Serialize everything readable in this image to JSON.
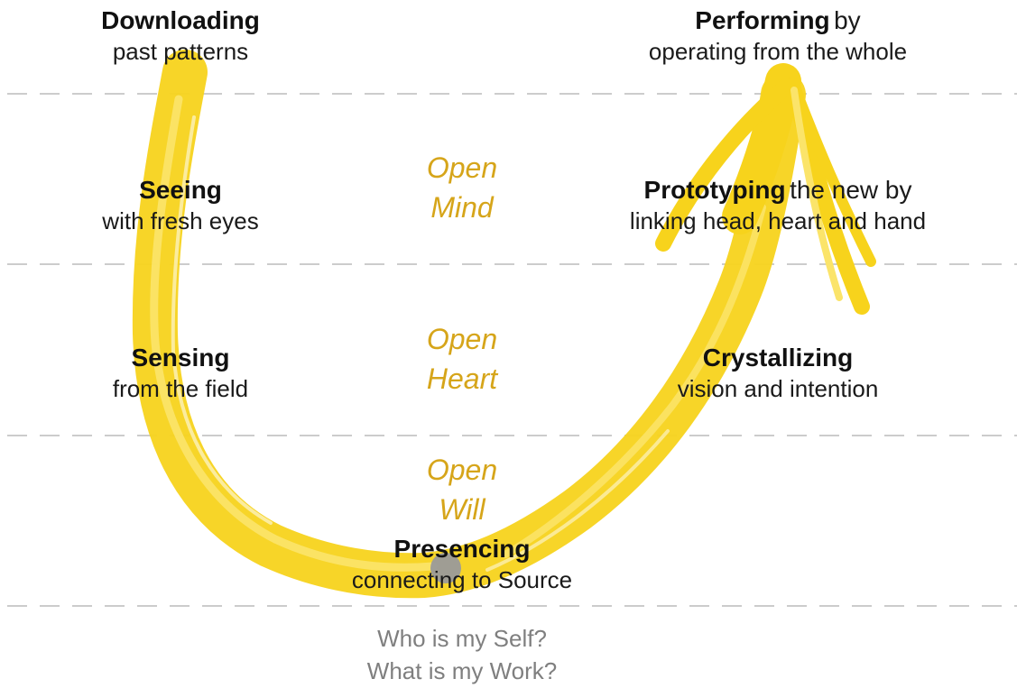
{
  "colors": {
    "arrow": "#f7d31c",
    "arrow_light": "#fbe46a",
    "open_text": "#d6a51a",
    "dashed_line": "#cccccc",
    "question_text": "#7f7f7f",
    "dot": "#9a9a9a"
  },
  "left": {
    "downloading": {
      "title": "Downloading",
      "sub": "past patterns"
    },
    "seeing": {
      "title": "Seeing",
      "sub": "with fresh eyes"
    },
    "sensing": {
      "title": "Sensing",
      "sub": "from the field"
    }
  },
  "bottom": {
    "presencing": {
      "title": "Presencing",
      "sub": "connecting to Source"
    }
  },
  "right": {
    "performing": {
      "title": "Performing",
      "tail": "by",
      "sub": "operating from the whole"
    },
    "prototyping": {
      "title": "Prototyping",
      "tail": "the new by",
      "sub": "linking head, heart and hand"
    },
    "crystallizing": {
      "title": "Crystallizing",
      "sub": "vision and intention"
    }
  },
  "center": {
    "open_mind": {
      "line1": "Open",
      "line2": "Mind"
    },
    "open_heart": {
      "line1": "Open",
      "line2": "Heart"
    },
    "open_will": {
      "line1": "Open",
      "line2": "Will"
    }
  },
  "questions": {
    "q1": "Who is my Self?",
    "q2": "What is my Work?"
  }
}
